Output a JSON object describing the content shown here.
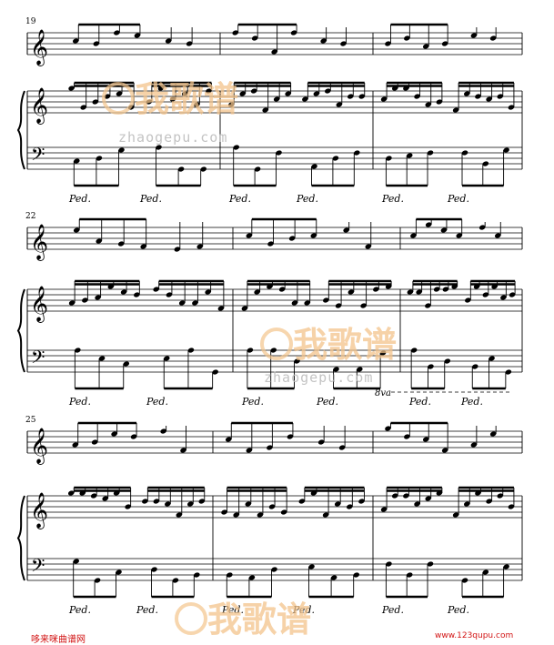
{
  "score": {
    "measure_numbers": [
      "19",
      "22",
      "25"
    ],
    "pedal_mark": "Ped.",
    "ottava_mark": "8va"
  },
  "watermark": {
    "text_cn": "我歌谱",
    "text_en": "zhaogepu.com"
  },
  "footer": {
    "left": "哆来咪曲谱网",
    "right": "www.123qupu.com"
  }
}
